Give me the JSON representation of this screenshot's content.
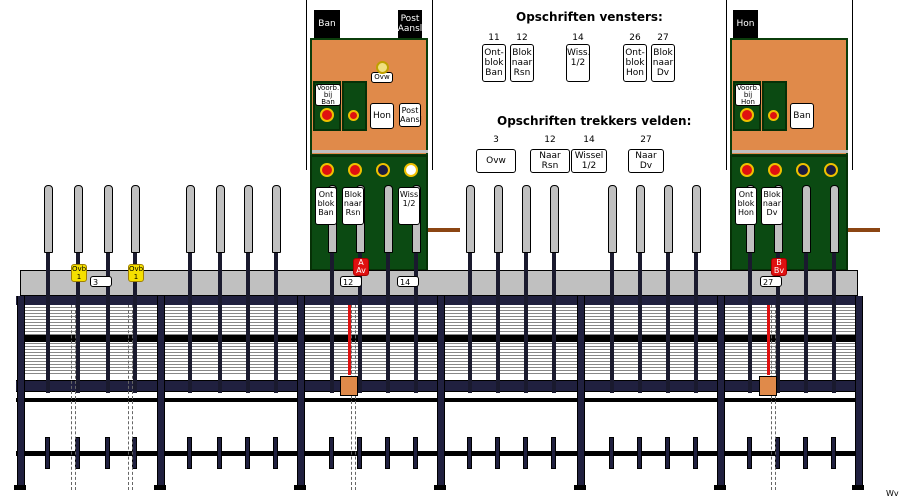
{
  "windows_title": "Opschriften vensters:",
  "windows": [
    {
      "num": "11",
      "text": [
        "Ont-",
        "blok",
        "Ban"
      ]
    },
    {
      "num": "12",
      "text": [
        "Blok",
        "naar",
        "Rsn"
      ]
    },
    {
      "num": "14",
      "text": [
        "Wiss.",
        "1/2"
      ]
    },
    {
      "num": "26",
      "text": [
        "Ont-",
        "blok",
        "Hon"
      ]
    },
    {
      "num": "27",
      "text": [
        "Blok",
        "naar",
        "Dv"
      ]
    }
  ],
  "trekkers_title": "Opschriften trekkers velden:",
  "trekkers": [
    {
      "num": "3",
      "text": "Ovw"
    },
    {
      "num": "12",
      "text": "Naar Rsn"
    },
    {
      "num": "14",
      "text": "Wissel 1/2"
    },
    {
      "num": "27",
      "text": "Naar Dv"
    }
  ],
  "left_panel": {
    "top_left": "Ban",
    "top_right": "Post Aansl",
    "ovw": "Ovw",
    "voorb": "Voorb. bij Ban",
    "hon": "Hon",
    "post": "Post Aansl",
    "cards": [
      "Ont blok Ban",
      "Blok naar Rsn",
      "Wiss 1/2"
    ]
  },
  "right_panel": {
    "top": "Hon",
    "voorb": "Voorb. bij Hon",
    "ban": "Ban",
    "cards": [
      "Ont blok Hon",
      "Blok naar Dv"
    ]
  },
  "tags": {
    "ovb1": "Ovb 1",
    "ovb2": "Ovb 1",
    "a": "A Av",
    "b": "B Bv"
  },
  "lever_labels": {
    "l3": "3",
    "l12": "12",
    "l14": "14",
    "l27": "27"
  },
  "signature": "Wv"
}
